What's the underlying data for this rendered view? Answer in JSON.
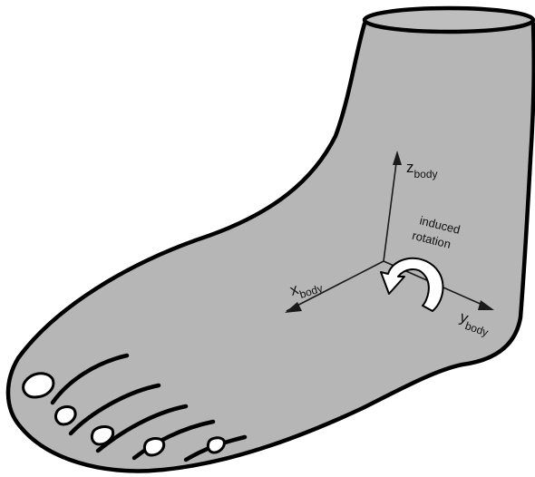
{
  "figure": {
    "colors": {
      "skin": "#b6b6b6",
      "outline": "#000000",
      "nail": "#ffffff",
      "axis": "#1a1a1a"
    },
    "axes": {
      "z": {
        "main": "z",
        "sub": "body"
      },
      "x": {
        "main": "x",
        "sub": "body"
      },
      "y": {
        "main": "y",
        "sub": "body"
      }
    },
    "rotation": {
      "line1": "induced",
      "line2": "rotation",
      "icon": "curved-arrow-icon"
    }
  }
}
